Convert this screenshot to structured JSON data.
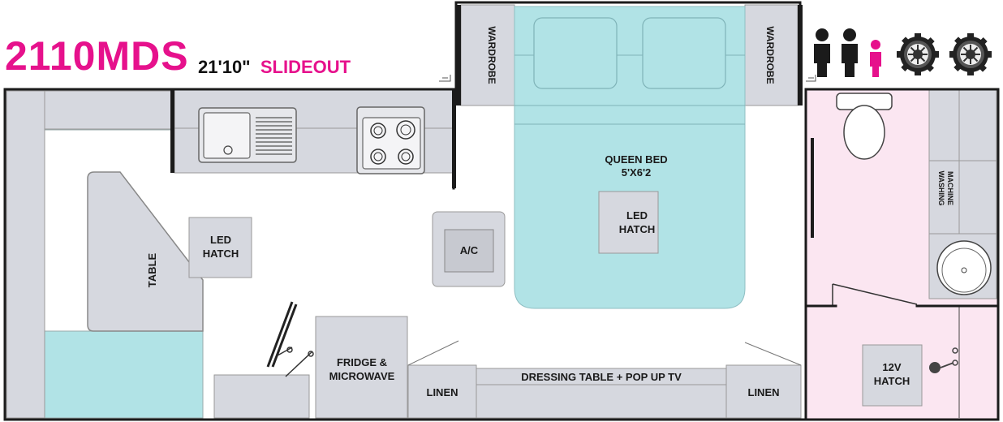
{
  "header": {
    "model": "2110MDS",
    "length": "21'10\"",
    "type": "SLIDEOUT"
  },
  "labels": {
    "wardrobe": "WARDROBE",
    "queen_bed": "QUEEN BED",
    "bed_size": "5'X6'2",
    "led_hatch_line1": "LED",
    "led_hatch_line2": "HATCH",
    "table": "TABLE",
    "ac": "A/C",
    "fridge_line1": "FRIDGE &",
    "fridge_line2": "MICROWAVE",
    "linen": "LINEN",
    "dressing_table": "DRESSING TABLE + POP UP TV",
    "washing_line1": "WASHING",
    "washing_line2": "MACHINE",
    "hatch12v_line1": "12V",
    "hatch12v_line2": "HATCH"
  },
  "icons": {
    "people": [
      "adult-icon",
      "adult-icon",
      "child-icon"
    ],
    "wheels": [
      "wheel-icon",
      "wheel-icon"
    ]
  },
  "colors": {
    "brand": "#e6118c",
    "cabinet": "#d6d8df",
    "bed": "#b1e3e6",
    "bathroom": "#fbe6f1",
    "wall": "#1b1b1b"
  }
}
